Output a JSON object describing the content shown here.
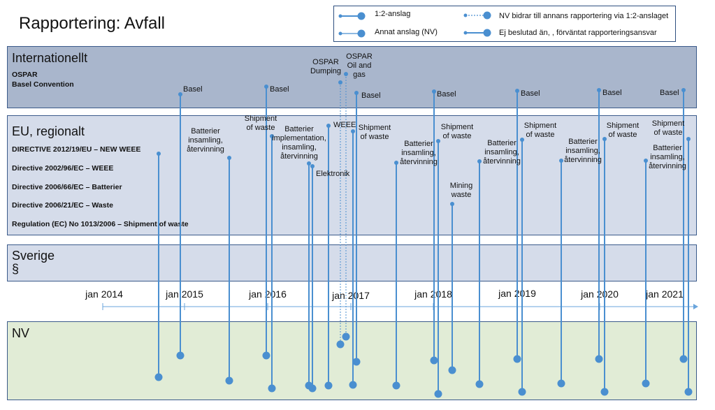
{
  "title": "Rapportering: Avfall",
  "legend": {
    "items": [
      {
        "label": "1:2-anslag",
        "style": "solid-big"
      },
      {
        "label": "Annat anslag (NV)",
        "style": "solid-small"
      },
      {
        "label": "NV bidrar till annans rapportering via 1:2-anslaget",
        "style": "dotted"
      },
      {
        "label": "Ej beslutad än, , förväntat rapporteringsansvar",
        "style": "solid-mixed"
      }
    ]
  },
  "lanes": {
    "international": {
      "title": "Internationellt",
      "items": [
        "OSPAR",
        "Basel Convention"
      ]
    },
    "eu": {
      "title": "EU, regionalt",
      "items": [
        "DIRECTIVE 2012/19/EU – NEW WEEE",
        "Directive 2002/96/EC – WEEE",
        "Directive 2006/66/EC – Batterier",
        "Directive 2006/21/EC – Waste",
        "Regulation (EC) No 1013/2006 – Shipment of waste"
      ]
    },
    "sverige": {
      "title": "Sverige",
      "sub": "§"
    },
    "nv": {
      "title": "NV"
    }
  },
  "timeline": {
    "years": [
      "jan 2014",
      "jan 2015",
      "jan 2016",
      "jan 2017",
      "jan 2018",
      "jan 2019",
      "jan 2020",
      "jan 2021"
    ],
    "color": "#4a8fd0"
  },
  "events": [
    {
      "id": "batt-2015a",
      "label": "",
      "style": "solid"
    },
    {
      "id": "basel-2015",
      "label": "Basel",
      "style": "solid"
    },
    {
      "id": "batt-2015b",
      "label": "Batterier insamling, återvinning",
      "style": "solid"
    },
    {
      "id": "basel-2016",
      "label": "Basel",
      "style": "solid"
    },
    {
      "id": "ship-2016",
      "label": "Shipment of waste",
      "style": "solid"
    },
    {
      "id": "batt-2016a",
      "label": "Batterier implementation, insamling, återvinning",
      "style": "solid"
    },
    {
      "id": "elek-2016",
      "label": "Elektronik",
      "style": "solid"
    },
    {
      "id": "weee-2016",
      "label": "WEEE",
      "style": "solid"
    },
    {
      "id": "ospar-dump",
      "label": "OSPAR Dumping",
      "style": "dotted"
    },
    {
      "id": "ospar-oil",
      "label": "OSPAR Oil and gas",
      "style": "dotted"
    },
    {
      "id": "basel-2017",
      "label": "Basel",
      "style": "solid"
    },
    {
      "id": "ship-2017",
      "label": "Shipment of waste",
      "style": "solid"
    },
    {
      "id": "batt-2017",
      "label": "Batterier insamling, återvinning",
      "style": "solid"
    },
    {
      "id": "basel-2018",
      "label": "Basel",
      "style": "solid"
    },
    {
      "id": "ship-2018",
      "label": "Shipment of waste",
      "style": "solid"
    },
    {
      "id": "mining-2018",
      "label": "Mining waste",
      "style": "solid"
    },
    {
      "id": "batt-2018",
      "label": "Batterier insamling, återvinning",
      "style": "solid"
    },
    {
      "id": "basel-2019",
      "label": "Basel",
      "style": "solid"
    },
    {
      "id": "ship-2019",
      "label": "Shipment of waste",
      "style": "solid"
    },
    {
      "id": "batt-2019",
      "label": "Batterier insamling, återvinning",
      "style": "solid"
    },
    {
      "id": "basel-2020",
      "label": "Basel",
      "style": "solid"
    },
    {
      "id": "ship-2020",
      "label": "Shipment of waste",
      "style": "solid"
    },
    {
      "id": "batt-2020",
      "label": "Batterier insamling, återvinning",
      "style": "solid"
    },
    {
      "id": "basel-2021",
      "label": "Basel",
      "style": "solid"
    },
    {
      "id": "ship-2021",
      "label": "Shipment of waste",
      "style": "solid"
    }
  ]
}
